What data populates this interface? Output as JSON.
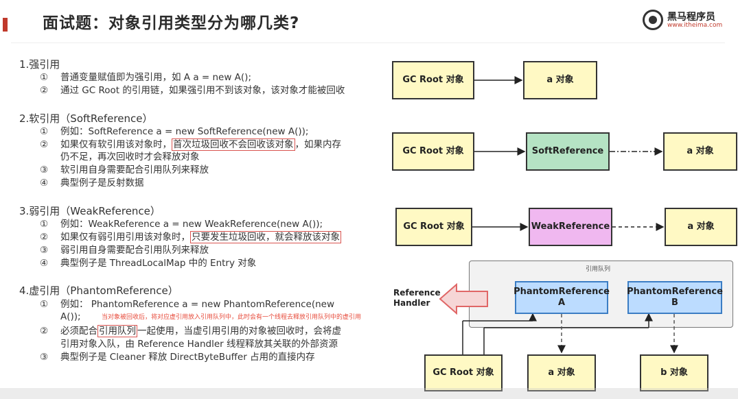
{
  "title": "面试题：对象引用类型分为哪几类?",
  "logo": {
    "name": "黑马程序员",
    "url": "www.itheima.com"
  },
  "sections": {
    "strong": {
      "heading": "1.强引用",
      "items": [
        {
          "num": "①",
          "text": "普通变量赋值即为强引用，如 A a = new A();"
        },
        {
          "num": "②",
          "text": "通过 GC Root 的引用链，如果强引用不到该对象，该对象才能被回收"
        }
      ]
    },
    "soft": {
      "heading": "2.软引用（SoftReference）",
      "items": [
        {
          "num": "①",
          "text": "例如：SoftReference a = new SoftReference(new A());"
        },
        {
          "num": "②",
          "pre": "如果仅有软引用该对象时，",
          "hl": "首次垃圾回收不会回收该对象",
          "post": "，如果内存"
        },
        {
          "num": "",
          "text": "仍不足，再次回收时才会释放对象"
        },
        {
          "num": "③",
          "text": "软引用自身需要配合引用队列来释放"
        },
        {
          "num": "④",
          "text": "典型例子是反射数据"
        }
      ]
    },
    "weak": {
      "heading": "3.弱引用（WeakReference）",
      "items": [
        {
          "num": "①",
          "text": "例如：WeakReference a = new WeakReference(new A());"
        },
        {
          "num": "②",
          "pre": "如果仅有弱引用引用该对象时，",
          "hl": "只要发生垃圾回收，就会释放该对象"
        },
        {
          "num": "③",
          "text": "弱引用自身需要配合引用队列来释放"
        },
        {
          "num": "④",
          "text": "典型例子是 ThreadLocalMap 中的 Entry 对象"
        }
      ]
    },
    "phantom": {
      "heading": "4.虚引用（PhantomReference）",
      "items": [
        {
          "num": "①",
          "text": "例如： PhantomReference a = new PhantomReference(new"
        },
        {
          "num": "",
          "text": "A());"
        },
        {
          "num": "②",
          "pre": "必须配合",
          "hl": "引用队列",
          "post": "一起使用，当虚引用引用的对象被回收时，会将虚"
        },
        {
          "num": "",
          "text": "引用对象入队，由 Reference Handler 线程释放其关联的外部资源"
        },
        {
          "num": "③",
          "text": "典型例子是 Cleaner 释放 DirectByteBuffer 占用的直接内存"
        }
      ],
      "note": "当对象被回收后，将对应虚引用放入引用队列中，此时会有一个线程去释放引用队列中的虚引用"
    }
  },
  "diagrams": {
    "strong": {
      "gc_root": "GC Root 对象",
      "target": "a 对象"
    },
    "soft": {
      "gc_root": "GC Root 对象",
      "ref": "SoftReference",
      "target": "a 对象"
    },
    "weak": {
      "gc_root": "GC Root 对象",
      "ref": "WeakReference",
      "target": "a 对象"
    },
    "phantom": {
      "queue_label": "引用队列",
      "handler": "Reference\nHandler",
      "ref_a": "PhantomReference\nA",
      "ref_b": "PhantomReference\nB",
      "gc_root": "GC Root 对象",
      "target_a": "a 对象",
      "target_b": "b 对象"
    }
  },
  "colors": {
    "accent": "#c0392b",
    "highlight_border": "#d9534f",
    "note": "#e74c3c",
    "soft_ref": "#b5e3c4",
    "weak_ref": "#f0b8f0",
    "phantom_ref": "#bcdcff",
    "object_box": "#fff9c4"
  }
}
